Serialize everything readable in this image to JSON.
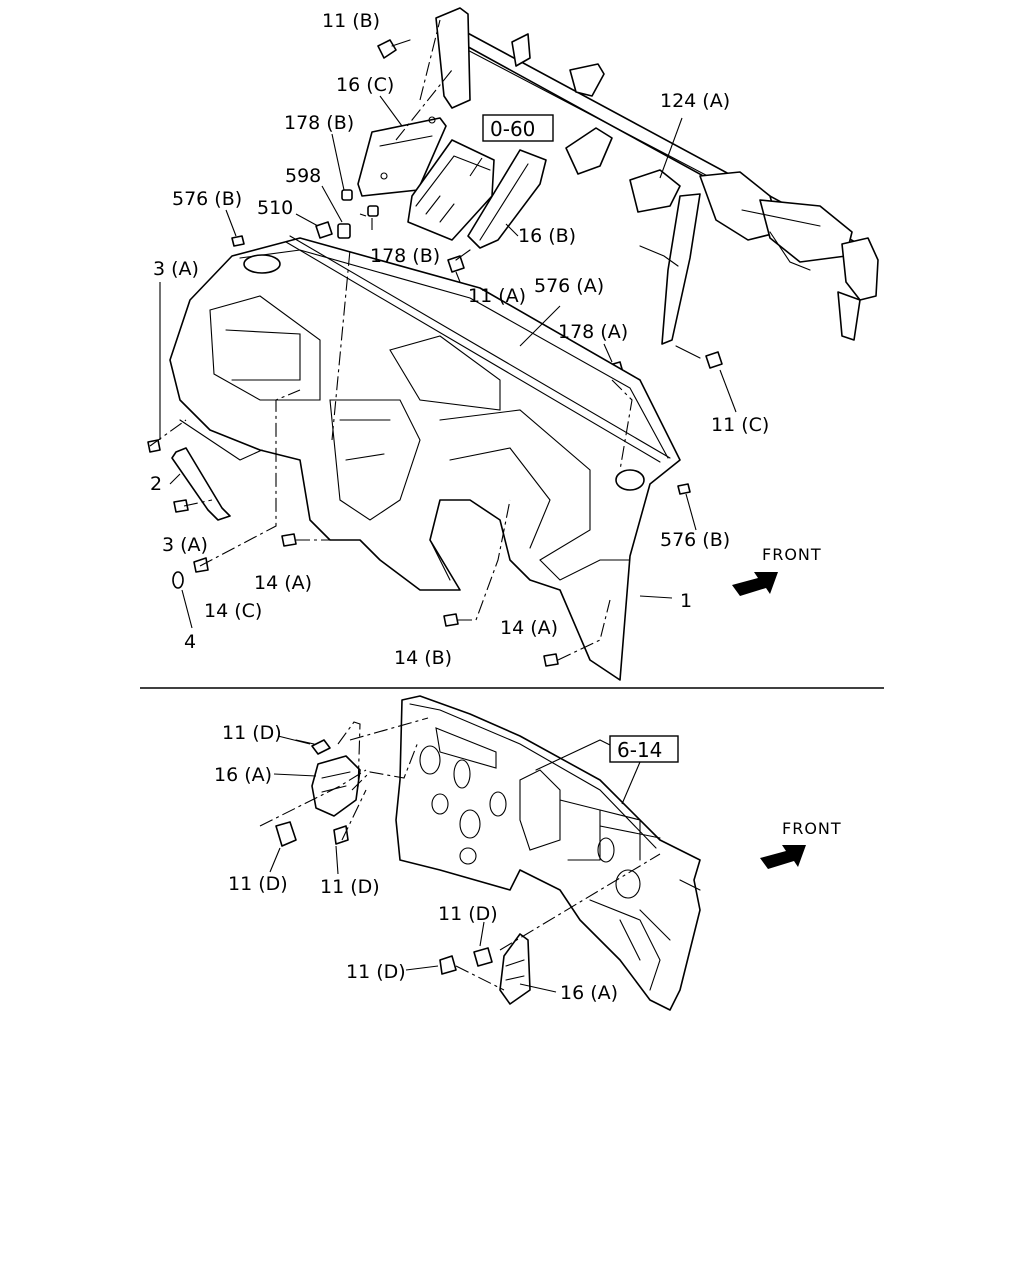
{
  "upper_view": {
    "labels": [
      {
        "id": "11b_top",
        "text": "11 (B)"
      },
      {
        "id": "16c",
        "text": "16 (C)"
      },
      {
        "id": "178b_a",
        "text": "178 (B)"
      },
      {
        "id": "ref_060",
        "text": "0-60"
      },
      {
        "id": "124a",
        "text": "124 (A)"
      },
      {
        "id": "598",
        "text": "598"
      },
      {
        "id": "576b_left",
        "text": "576 (B)"
      },
      {
        "id": "510",
        "text": "510"
      },
      {
        "id": "178b_b",
        "text": "178 (B)"
      },
      {
        "id": "16b",
        "text": "16 (B)"
      },
      {
        "id": "3a_top",
        "text": "3 (A)"
      },
      {
        "id": "11a",
        "text": "11 (A)"
      },
      {
        "id": "576a",
        "text": "576 (A)"
      },
      {
        "id": "178a",
        "text": "178 (A)"
      },
      {
        "id": "11c",
        "text": "11 (C)"
      },
      {
        "id": "2",
        "text": "2"
      },
      {
        "id": "576b_right",
        "text": "576 (B)"
      },
      {
        "id": "3a_bottom",
        "text": "3 (A)"
      },
      {
        "id": "14a_left",
        "text": "14 (A)"
      },
      {
        "id": "14c",
        "text": "14 (C)"
      },
      {
        "id": "1",
        "text": "1"
      },
      {
        "id": "4",
        "text": "4"
      },
      {
        "id": "14a_right",
        "text": "14 (A)"
      },
      {
        "id": "14b",
        "text": "14 (B)"
      }
    ],
    "front_label": "FRONT"
  },
  "lower_view": {
    "labels": [
      {
        "id": "11d_a",
        "text": "11 (D)"
      },
      {
        "id": "ref_614",
        "text": "6-14"
      },
      {
        "id": "16a_left",
        "text": "16 (A)"
      },
      {
        "id": "11d_b",
        "text": "11 (D)"
      },
      {
        "id": "11d_c",
        "text": "11 (D)"
      },
      {
        "id": "11d_d",
        "text": "11 (D)"
      },
      {
        "id": "11d_e",
        "text": "11 (D)"
      },
      {
        "id": "16a_right",
        "text": "16 (A)"
      }
    ],
    "front_label": "FRONT"
  }
}
